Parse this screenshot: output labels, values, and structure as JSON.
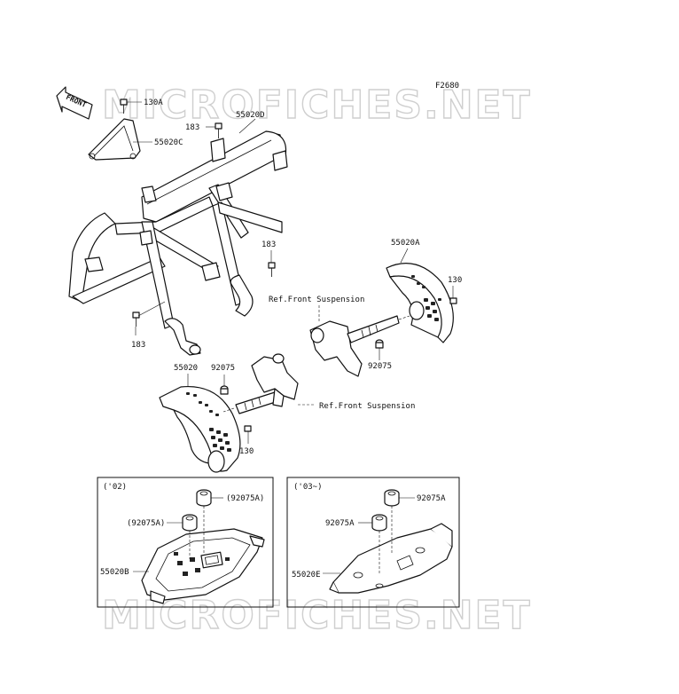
{
  "figure_id": "F2680",
  "watermark": "MICROFICHES.NET",
  "front_arrow_label": "FRONT",
  "labels": {
    "p130A": "130A",
    "p55020D": "55020D",
    "p55020C": "55020C",
    "p183_top": "183",
    "p183_mid": "183",
    "p183_bot": "183",
    "p55020A": "55020A",
    "p130_right": "130",
    "ref_front_susp_upper": "Ref.Front Suspension",
    "p92075_right": "92075",
    "p55020": "55020",
    "p92075_left": "92075",
    "ref_front_susp_lower": "Ref.Front Suspension",
    "p130_left": "130"
  },
  "inset_left": {
    "year": "('02)",
    "p92075A_top": "(92075A)",
    "p92075A_mid": "(92075A)",
    "p55020B": "55020B"
  },
  "inset_right": {
    "year": "('03~)",
    "p92075A_top": "92075A",
    "p92075A_mid": "92075A",
    "p55020E": "55020E"
  }
}
